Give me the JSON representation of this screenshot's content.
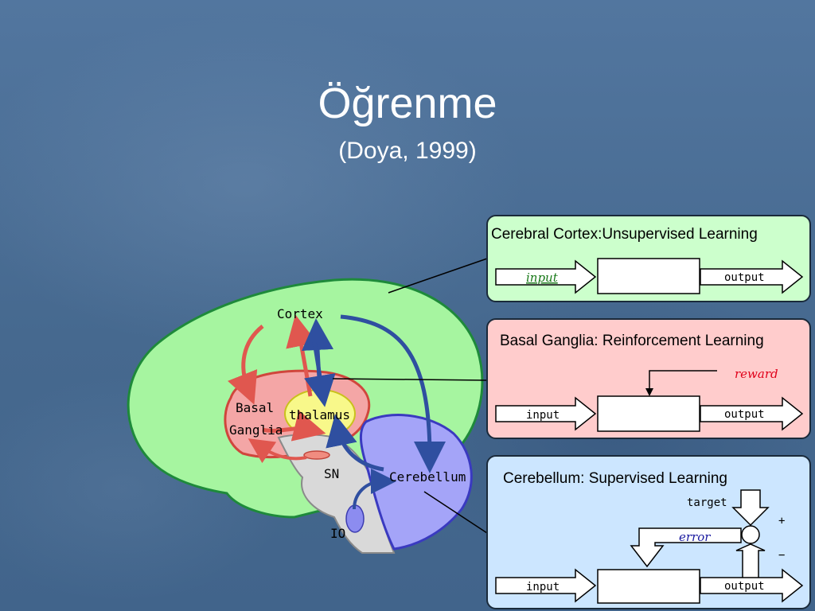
{
  "slide": {
    "title": "Öğrenme",
    "subtitle": "(Doya, 1999)"
  },
  "brain": {
    "cortex_label": "Cortex",
    "basal_label_1": "Basal",
    "basal_label_2": "Ganglia",
    "thalamus_label": "thalamus",
    "sn_label": "SN",
    "cerebellum_label": "Cerebellum",
    "io_label": "IO"
  },
  "panels": {
    "cortex": {
      "title": "Cerebral Cortex:Unsupervised Learning",
      "input": "input",
      "output": "output"
    },
    "basal": {
      "title": "Basal Ganglia: Reinforcement Learning",
      "reward": "reward",
      "input": "input",
      "output": "output"
    },
    "cerebellum": {
      "title": "Cerebellum: Supervised Learning",
      "target": "target",
      "error": "error",
      "plus": "+",
      "minus": "−",
      "input": "input",
      "output": "output"
    }
  },
  "colors": {
    "cortex_fill": "#a6f5a0",
    "basal_fill": "#f4a6a6",
    "thalamus_fill": "#f8f88a",
    "cerebellum_fill": "#a4a4f8",
    "brainstem_fill": "#d9d9d9",
    "panel_green": "#ccffcc",
    "panel_pink": "#ffcccc",
    "panel_blue": "#cce6ff",
    "red_arrow": "#e0574f",
    "blue_arrow": "#2f4fa0"
  }
}
